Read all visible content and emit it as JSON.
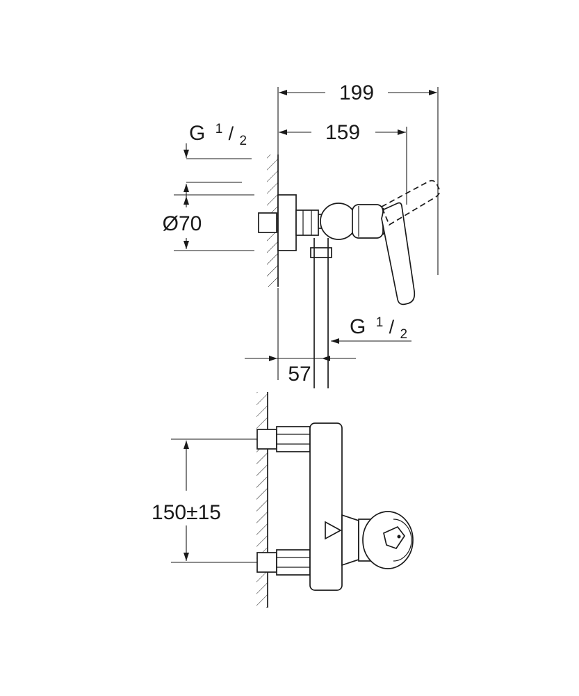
{
  "page": {
    "background_color": "#ffffff",
    "line_color": "#1a1a1a",
    "description": "Technical dimension drawing of a wall-mounted single-lever shower mixer, side view (top) and front view (bottom)"
  },
  "top_view": {
    "dim_total_width": "199",
    "dim_visible_width": "159",
    "inlet_thread": {
      "g": "G",
      "num": "1",
      "slash": "/",
      "den": "2"
    },
    "escutcheon_diameter": "Ø70",
    "outlet_thread": {
      "g": "G",
      "num": "1",
      "slash": "/",
      "den": "2"
    },
    "dim_outlet_offset": "57"
  },
  "front_view": {
    "dim_connection_spacing": "150±15"
  }
}
